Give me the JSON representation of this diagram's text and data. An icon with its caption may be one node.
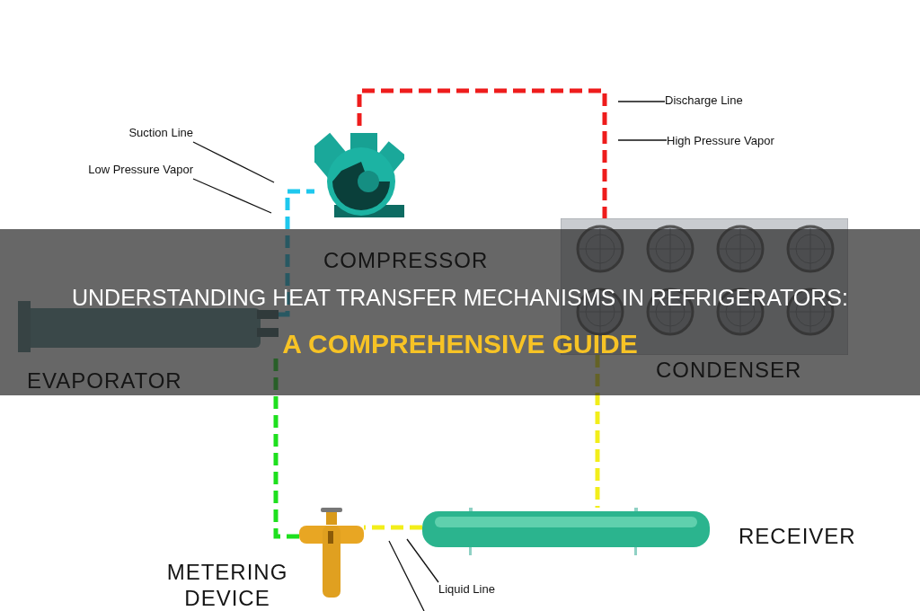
{
  "diagram": {
    "title": "UNDERSTANDING HEAT TRANSFER MECHANISMS IN REFRIGERATORS: A COMPREHENSIVE GUIDE",
    "nodes": [
      {
        "text": [
          "COMPRESSOR"
        ]
      },
      {
        "text": [
          "CONDENSER"
        ]
      },
      {
        "text": [
          "RECEIVER"
        ]
      },
      {
        "text": [
          "METERING DEVICE"
        ]
      },
      {
        "text": [
          "EVAPORATOR"
        ]
      },
      {
        "text": [
          "Suction Line"
        ]
      },
      {
        "text": [
          "Low Pressure Vapor"
        ]
      },
      {
        "text": [
          "Discharge Line"
        ]
      },
      {
        "text": [
          "High Pressure Vapor"
        ]
      },
      {
        "text": [
          "Liquid Line"
        ]
      }
    ],
    "edges": [
      {
        "from": 0,
        "to": 1,
        "arrow": "none",
        "style": "dashed",
        "color": "#ee1c1c"
      },
      {
        "from": 1,
        "to": 2,
        "arrow": "none",
        "style": "dashed",
        "color": "#f2ee1a"
      },
      {
        "from": 2,
        "to": 3,
        "arrow": "none",
        "style": "dashed",
        "color": "#f2ee1a"
      },
      {
        "from": 3,
        "to": 4,
        "arrow": "none",
        "style": "dashed",
        "color": "#1ee01e"
      },
      {
        "from": 4,
        "to": 0,
        "arrow": "none",
        "style": "dashed",
        "color": "#1ec8ee"
      },
      {
        "from": 5,
        "to": null,
        "arrow": "none"
      },
      {
        "from": 6,
        "to": null,
        "arrow": "none"
      },
      {
        "from": 7,
        "to": null,
        "arrow": "none"
      },
      {
        "from": 8,
        "to": null,
        "arrow": "none"
      },
      {
        "from": 9,
        "to": null,
        "arrow": "none"
      }
    ]
  }
}
